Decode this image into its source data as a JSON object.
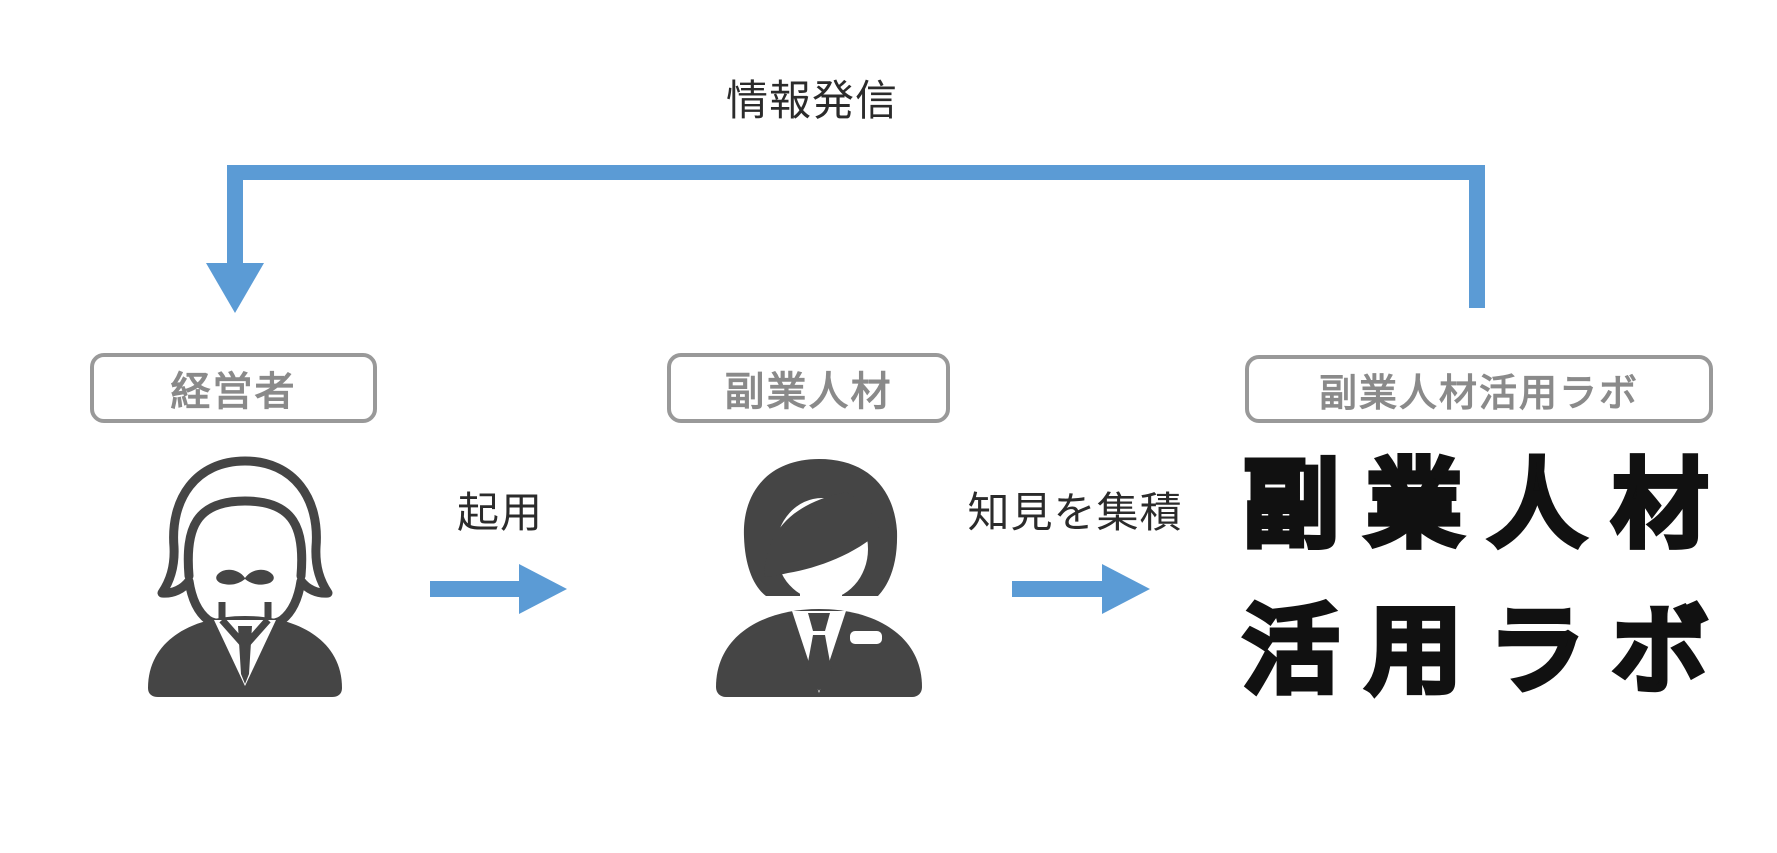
{
  "canvas": {
    "background": "#ffffff"
  },
  "colors": {
    "arrow_blue": "#5b9bd5",
    "icon_dark": "#454545",
    "box_border": "#999999",
    "box_text": "#8a8a8a",
    "label_text": "#2b2b2b",
    "logo_black": "#111111"
  },
  "diagram": {
    "type": "flow",
    "nodes": [
      {
        "label": "経営者",
        "icon": "businessman-mustache-icon"
      },
      {
        "label": "副業人材",
        "icon": "businessman-suit-icon"
      },
      {
        "label": "副業人材活用ラボ",
        "logo_line1": "副業人材",
        "logo_line2": "活用ラボ"
      }
    ],
    "arrows": [
      {
        "label": "起用",
        "from": "経営者",
        "to": "副業人材",
        "direction": "right"
      },
      {
        "label": "知見を集積",
        "from": "副業人材",
        "to": "副業人材活用ラボ",
        "direction": "right"
      },
      {
        "label": "情報発信",
        "from": "副業人材活用ラボ",
        "to": "経営者",
        "direction": "loop-top-left"
      }
    ]
  }
}
